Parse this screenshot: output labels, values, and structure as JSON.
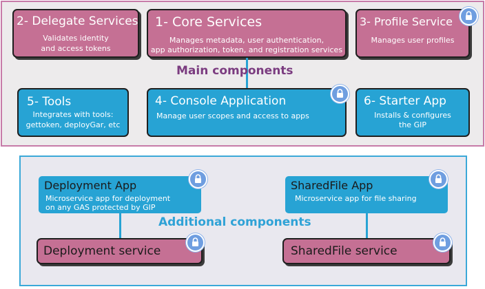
{
  "main": {
    "label": "Main components",
    "label_color": "#7b3c80",
    "nodes": {
      "delegate": {
        "title": "2- Delegate Services",
        "desc_line1": "Validates identity",
        "desc_line2": "and access tokens"
      },
      "core": {
        "title": "1- Core Services",
        "desc_line1": "Manages metadata, user authentication,",
        "desc_line2": "app authorization, token, and registration services"
      },
      "profile": {
        "title": "3- Profile Service",
        "desc_line1": "Manages user profiles"
      },
      "tools": {
        "title": "5- Tools",
        "desc_line1": "Integrates with tools:",
        "desc_line2": "gettoken, deployGar, etc"
      },
      "console": {
        "title": "4- Console Application",
        "desc_line1": "Manage user scopes and access to apps"
      },
      "starter": {
        "title": "6- Starter App",
        "desc_line1": "Installs & configures",
        "desc_line2": "the GIP"
      }
    }
  },
  "additional": {
    "label": "Additional components",
    "label_color": "#2fa2d6",
    "nodes": {
      "deployment_app": {
        "title": "Deployment App",
        "desc_line1": "Microservice app for deployment",
        "desc_line2": "on any GAS protected by GIP"
      },
      "deployment_service": {
        "title": "Deployment service"
      },
      "sharedfile_app": {
        "title": "SharedFile App",
        "desc_line1": "Microservice app for file sharing"
      },
      "sharedfile_service": {
        "title": "SharedFile service"
      }
    }
  },
  "colors": {
    "core_fill": "#c57094",
    "app_fill": "#27a3d4",
    "lock_fill": "#6f9ee0",
    "connector": "#27a3d4"
  },
  "icons": [
    "lock-icon"
  ]
}
